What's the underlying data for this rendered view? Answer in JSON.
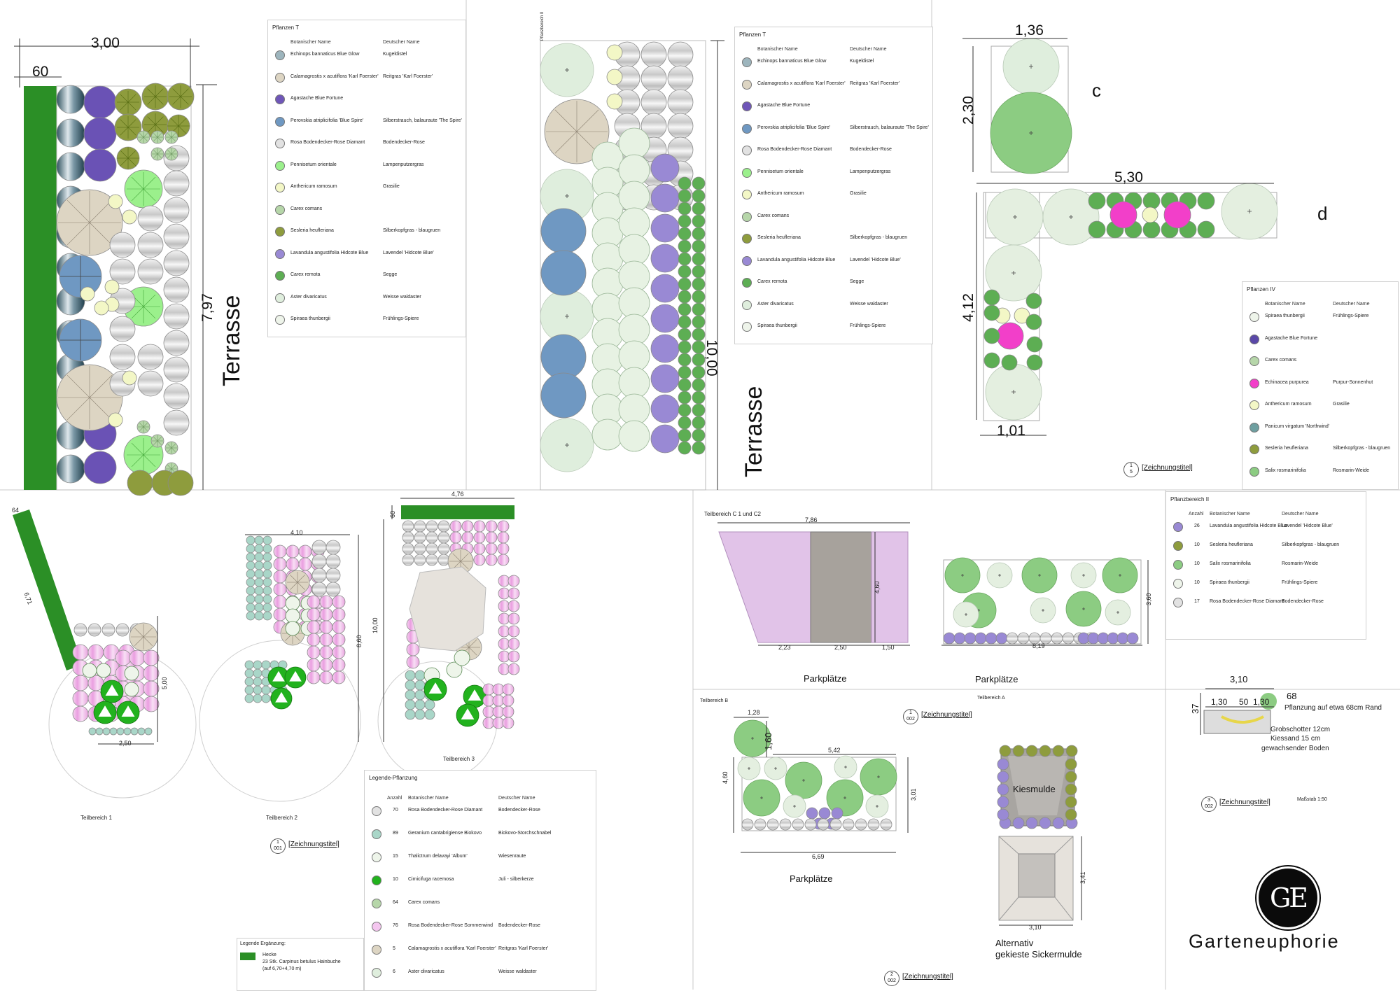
{
  "panels": {
    "p1": {
      "dims": {
        "w": "3,00",
        "hedge": "60",
        "h": "7,97"
      },
      "label": "Terrasse"
    },
    "p2": {
      "dims": {
        "h": "10,00"
      },
      "label": "Terrasse",
      "area_title": "Pflanzbereich II"
    },
    "p3": {
      "dims": {
        "top_w": "1,36",
        "top_h": "2,30",
        "right_w": "5,30",
        "left_h": "4,12",
        "bottom_w": "1,01"
      },
      "label_c": "c",
      "label_d": "d",
      "title_num": "1",
      "title_den": "5",
      "title_label": "[Zeichnungstitel]"
    },
    "teil": {
      "t1_dims": [
        "64",
        "6,71",
        "5,00",
        "2,50"
      ],
      "t2_dims": [
        "4,10",
        "8,60"
      ],
      "t3_dims": [
        "4,76",
        "60",
        "10,00"
      ],
      "t1_label": "Teilbereich 1",
      "t2_label": "Teilbereich 2",
      "t3_label": "Teilbereich 3",
      "title_num": "1",
      "title_den": "001",
      "title_label": "[Zeichnungstitel]"
    },
    "parking": {
      "c_title": "Teilbereich C 1 und C2",
      "c_dims": [
        "7,86",
        "4,60",
        "2,23",
        "2,50",
        "1,50"
      ],
      "c_label": "Parkplätze",
      "a_dims": [
        "8,19",
        "3,60"
      ],
      "a_label": "Parkplätze",
      "a_title": "Teilbereich A",
      "b_title": "Teilbereich B",
      "b_dims": [
        "1,28",
        "1,60",
        "5,42",
        "4,60",
        "3,01",
        "6,69"
      ],
      "b_label": "Parkplätze",
      "kies_label": "Kiesmulde",
      "sick_dims": [
        "3,41",
        "3,10"
      ],
      "alt_line1": "Alternativ",
      "alt_line2": "gekieste Sickermulde",
      "t1_num": "1",
      "t1_den": "002",
      "t1_label": "[Zeichnungstitel]",
      "t2_num": "2",
      "t2_den": "002",
      "t2_label": "[Zeichnungstitel]"
    },
    "section": {
      "dims": [
        "3,10",
        "1,30",
        "50",
        "1,30",
        "68",
        "37"
      ],
      "note1": "Pflanzung auf etwa 68cm Rand",
      "note2": "Grobschotter 12cm",
      "note3": "Kiessand 15 cm",
      "note4": "gewachsender Boden",
      "scale": "Maßstab 1:50",
      "t_num": "3",
      "t_den": "002",
      "t_label": "[Zeichnungstitel]"
    }
  },
  "legends": {
    "l1": {
      "title": "Pflanzen T",
      "col_bot": "Botanischer Name",
      "col_de": "Deutscher Name",
      "items": [
        {
          "bot": "Echinops bannaticus  Blue Glow",
          "de": "Kugeldistel",
          "color": "#9db5bd"
        },
        {
          "bot": "Calamagrostis x acutiflora 'Karl Foerster'",
          "de": "Reitgras 'Karl Foerster'",
          "color": "#ddd5c3"
        },
        {
          "bot": "Agastache   Blue Fortune",
          "de": "",
          "color": "#6f56b8"
        },
        {
          "bot": "Perovskia atriplicifolia 'Blue Spire'",
          "de": "Silberstrauch, balauraute 'The Spire'",
          "color": "#6f98c2"
        },
        {
          "bot": "Rosa Bodendecker-Rose  Diamant",
          "de": "Bodendecker-Rose",
          "color": "#e2e2e2"
        },
        {
          "bot": "Pennisetum orientale",
          "de": "Lampenputzergras",
          "color": "#9bf08c"
        },
        {
          "bot": "Anthericum ramosum",
          "de": "Grasilie",
          "color": "#f3f7c6"
        },
        {
          "bot": "Carex comans",
          "de": "",
          "color": "#b6d6a9"
        },
        {
          "bot": "Sesleria heufleriana",
          "de": "Silberkopfgras - blaugruen",
          "color": "#8e9c3d"
        },
        {
          "bot": "Lavandula angustifolia  Hidcote Blue",
          "de": "Lavendel 'Hidcote Blue'",
          "color": "#9989d4"
        },
        {
          "bot": "Carex remota",
          "de": "Segge",
          "color": "#5dae53"
        },
        {
          "bot": "Aster divaricatus",
          "de": "Weisse waldaster",
          "color": "#dfeedd"
        },
        {
          "bot": "Spiraea thunbergii",
          "de": "Frühlings-Spiere",
          "color": "#eef4ea"
        }
      ]
    },
    "l2": {
      "title": "Pflanzen T",
      "col_bot": "Botanischer Name",
      "col_de": "Deutscher Name",
      "items": [
        {
          "bot": "Echinops bannaticus  Blue Glow",
          "de": "Kugeldistel",
          "color": "#9db5bd"
        },
        {
          "bot": "Calamagrostis x acutiflora 'Karl Foerster'",
          "de": "Reitgras 'Karl Foerster'",
          "color": "#ddd5c3"
        },
        {
          "bot": "Agastache   Blue Fortune",
          "de": "",
          "color": "#6f56b8"
        },
        {
          "bot": "Perovskia atriplicifolia 'Blue Spire'",
          "de": "Silberstrauch, balauraute 'The Spire'",
          "color": "#6f98c2"
        },
        {
          "bot": "Rosa Bodendecker-Rose  Diamant",
          "de": "Bodendecker-Rose",
          "color": "#e2e2e2"
        },
        {
          "bot": "Pennisetum orientale",
          "de": "Lampenputzergras",
          "color": "#9bf08c"
        },
        {
          "bot": "Anthericum ramosum",
          "de": "Grasilie",
          "color": "#f3f7c6"
        },
        {
          "bot": "Carex comans",
          "de": "",
          "color": "#b6d6a9"
        },
        {
          "bot": "Sesleria heufleriana",
          "de": "Silberkopfgras - blaugruen",
          "color": "#8e9c3d"
        },
        {
          "bot": "Lavandula angustifolia  Hidcote Blue",
          "de": "Lavendel 'Hidcote Blue'",
          "color": "#9989d4"
        },
        {
          "bot": "Carex remota",
          "de": "Segge",
          "color": "#5dae53"
        },
        {
          "bot": "Aster divaricatus",
          "de": "Weisse waldaster",
          "color": "#dfeedd"
        },
        {
          "bot": "Spiraea thunbergii",
          "de": "Frühlings-Spiere",
          "color": "#eef4ea"
        }
      ]
    },
    "l3": {
      "title": "Pflanzen IV",
      "col_bot": "Botanischer Name",
      "col_de": "Deutscher Name",
      "items": [
        {
          "bot": "Spiraea thunbergii",
          "de": "Frühlings-Spiere",
          "color": "#eef4ea"
        },
        {
          "bot": "Agastache   Blue Fortune",
          "de": "",
          "color": "#5a48a8"
        },
        {
          "bot": "Carex comans",
          "de": "",
          "color": "#b6d6a9"
        },
        {
          "bot": "Echinacea purpurea",
          "de": "Purpur-Sonnenhut",
          "color": "#f23fc9"
        },
        {
          "bot": "Anthericum ramosum",
          "de": "Grasilie",
          "color": "#f3f7c6"
        },
        {
          "bot": "Panicum virgatum 'Northwind'",
          "de": "",
          "color": "#6e9fa0"
        },
        {
          "bot": "Sesleria heufleriana",
          "de": "Silberkopfgras - blaugruen",
          "color": "#8e9c3d"
        },
        {
          "bot": "Salix rosmarinifolia",
          "de": "Rosmarin-Weide",
          "color": "#8ccc82"
        }
      ]
    },
    "l4": {
      "title": "Pflanzbereich II",
      "col_n": "Anzahl",
      "col_bot": "Botanischer Name",
      "col_de": "Deutscher Name",
      "items": [
        {
          "n": "26",
          "bot": "Lavandula angustifolia  Hidcote Blue",
          "de": "Lavendel 'Hidcote Blue'",
          "color": "#9989d4"
        },
        {
          "n": "10",
          "bot": "Sesleria heufleriana",
          "de": "Silberkopfgras - blaugruen",
          "color": "#8e9c3d"
        },
        {
          "n": "10",
          "bot": "Salix rosmarinifolia",
          "de": "Rosmarin-Weide",
          "color": "#8ccc82"
        },
        {
          "n": "10",
          "bot": "Spiraea thunbergii",
          "de": "Frühlings-Spiere",
          "color": "#eef4ea"
        },
        {
          "n": "17",
          "bot": "Rosa Bodendecker-Rose  Diamant",
          "de": "Bodendecker-Rose",
          "color": "#e2e2e2"
        }
      ]
    },
    "l5": {
      "title": "Legende-Pflanzung",
      "col_n": "Anzahl",
      "col_bot": "Botanischer Name",
      "col_de": "Deutscher Name",
      "items": [
        {
          "n": "70",
          "bot": "Rosa Bodendecker-Rose  Diamant",
          "de": "Bodendecker-Rose",
          "color": "#e2e2e2"
        },
        {
          "n": "89",
          "bot": "Geranium cantabrigiense  Biokovo",
          "de": "Biokovo-Storchschnabel",
          "color": "#a9d6c8"
        },
        {
          "n": "15",
          "bot": "Thalictrum delavayi 'Album'",
          "de": "Wiesenraute",
          "color": "#eef5ea"
        },
        {
          "n": "10",
          "bot": "Cimicifuga racemosa",
          "de": "Juli - silberkerze",
          "color": "#22b21e"
        },
        {
          "n": "64",
          "bot": "Carex comans",
          "de": "",
          "color": "#b6d6a9"
        },
        {
          "n": "76",
          "bot": "Rosa Bodendecker-Rose  Sommerwind",
          "de": "Bodendecker-Rose",
          "color": "#f4c6ef"
        },
        {
          "n": "5",
          "bot": "Calamagrostis x acutiflora 'Karl Foerster'",
          "de": "Reitgras 'Karl Foerster'",
          "color": "#ddd5c3"
        },
        {
          "n": "6",
          "bot": "Aster divaricatus",
          "de": "Weisse waldaster",
          "color": "#dfeedd"
        }
      ]
    },
    "l6": {
      "title": "Legende Ergänzung:",
      "line1": "Hecke",
      "line2": "23 Stk.  Carpinus betulus   Hainbuche",
      "line3": "(auf 6,70+4,70 m)",
      "color": "#2b8f26"
    }
  },
  "brand": {
    "logo_text": "GE",
    "name": "Garteneuphorie"
  }
}
